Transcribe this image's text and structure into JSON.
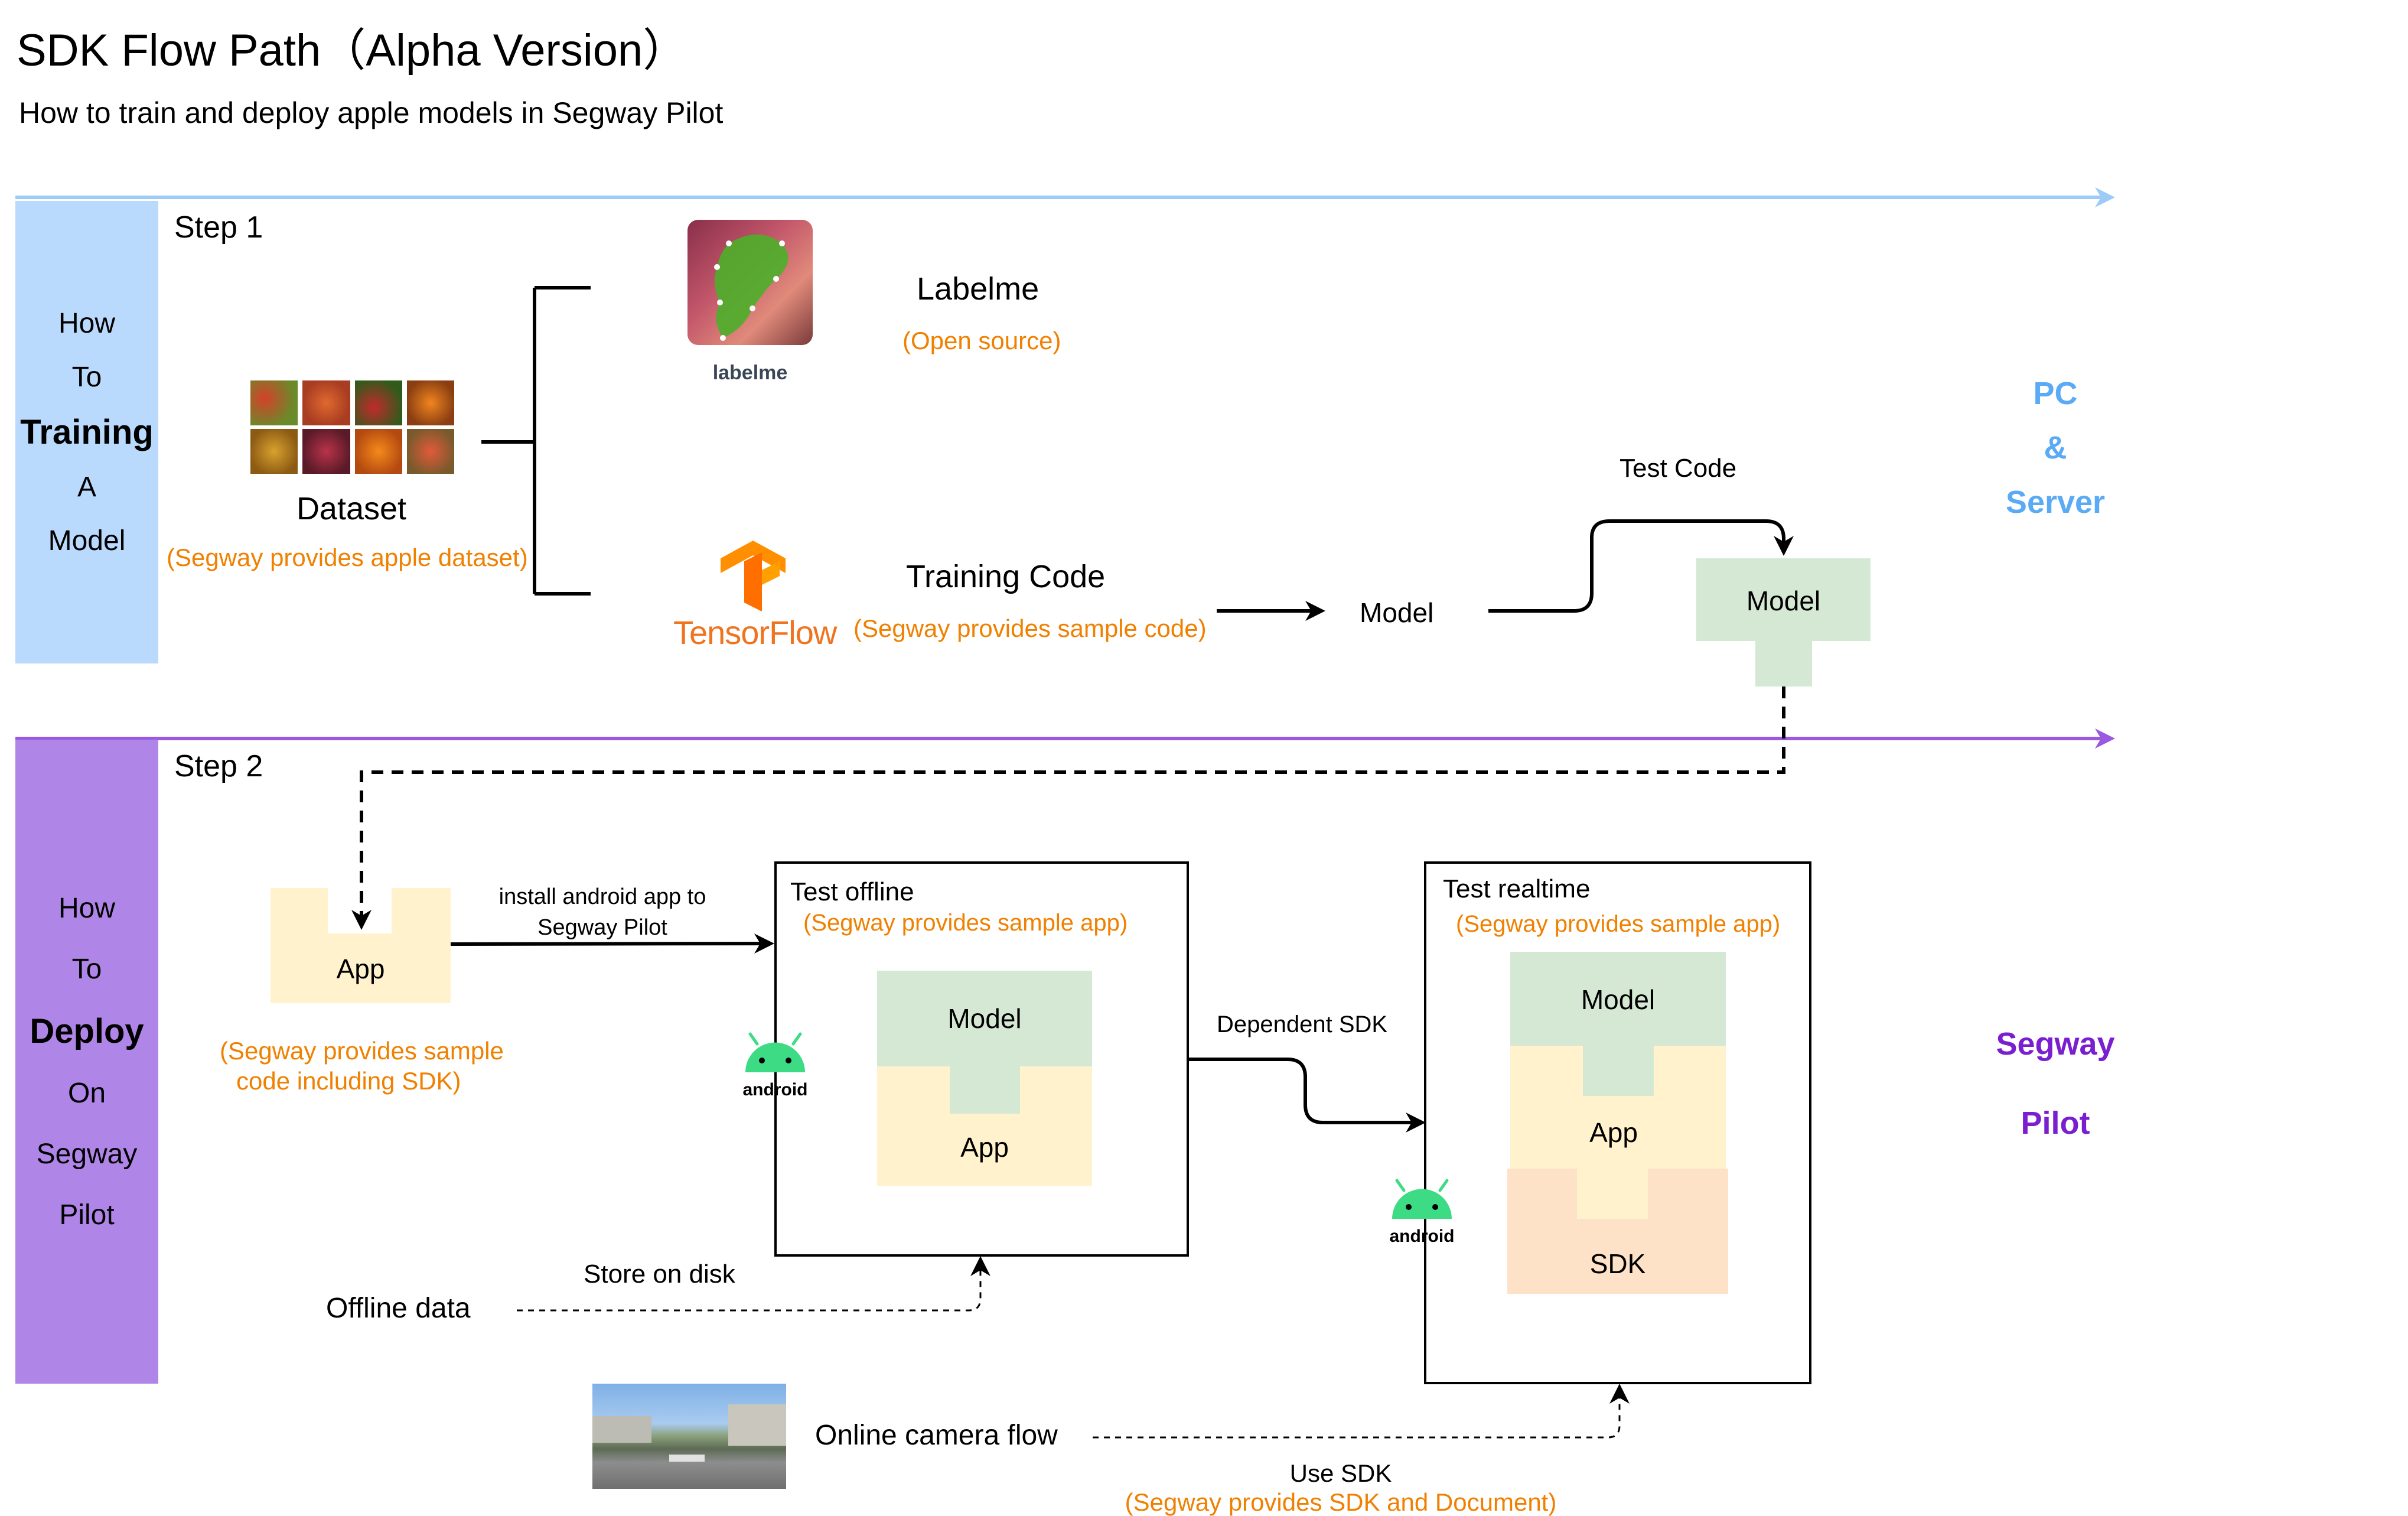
{
  "header": {
    "title": "SDK Flow Path（Alpha Version）",
    "subtitle": "How to train and deploy apple models in Segway Pilot"
  },
  "colors": {
    "training_band": "#b9dafc",
    "training_arrow": "#9ccbf7",
    "deploy_band": "#b085e8",
    "deploy_arrow": "#9b59e0",
    "model_green": "#d5e8d4",
    "app_yellow": "#fff2cc",
    "sdk_peach": "#fde2c8",
    "orange_note": "#f08000",
    "pc_server_blue": "#5aaaf5",
    "segway_purple": "#7a1fd0",
    "android_green": "#3ddc84"
  },
  "step1": {
    "label": "Step 1",
    "sidebar": [
      "How",
      "To",
      "Training",
      "A",
      "Model"
    ],
    "dataset": {
      "title": "Dataset",
      "note": "(Segway provides apple dataset)"
    },
    "labelme": {
      "logo_text": "labelme",
      "title": "Labelme",
      "note": "(Open source)"
    },
    "tensorflow": {
      "logo_text": "TensorFlow",
      "title": "Training Code",
      "note": "(Segway provides sample code)"
    },
    "model_text": "Model",
    "test_code": "Test Code",
    "model_box": "Model",
    "side_label": [
      "PC",
      "&",
      "Server"
    ]
  },
  "step2": {
    "label": "Step 2",
    "sidebar": [
      "How",
      "To",
      "Deploy",
      "On",
      "Segway",
      "Pilot"
    ],
    "app_box": "App",
    "app_note_1": "(Segway provides sample",
    "app_note_2": "code including SDK)",
    "install_label_1": "install android app to",
    "install_label_2": "Segway Pilot",
    "test_offline": {
      "title": "Test offline",
      "note": "(Segway provides sample app)",
      "model": "Model",
      "app": "App"
    },
    "dependent_sdk": "Dependent SDK",
    "test_realtime": {
      "title": "Test realtime",
      "note": "(Segway provides sample app)",
      "model": "Model",
      "app": "App",
      "sdk": "SDK"
    },
    "android_text": "android",
    "offline_data": "Offline data",
    "store_on_disk": "Store on disk",
    "online_camera": "Online camera flow",
    "use_sdk": "Use SDK",
    "use_sdk_note": "(Segway provides SDK and Document)",
    "side_label": [
      "Segway",
      "Pilot"
    ]
  }
}
